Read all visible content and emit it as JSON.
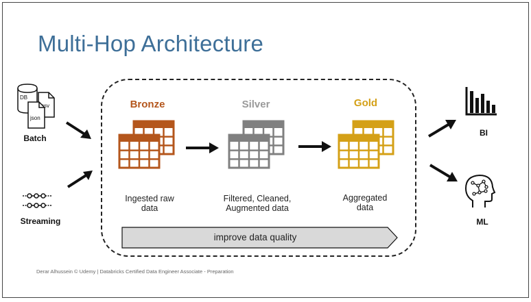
{
  "title": "Multi-Hop Architecture",
  "sources": {
    "batch_label": "Batch",
    "streaming_label": "Streaming",
    "file_labels": {
      "db": "DB",
      "csv": "csv",
      "json": "json"
    }
  },
  "tiers": [
    {
      "name": "Bronze",
      "description_line1": "Ingested raw",
      "description_line2": "data",
      "color": "#b4561c"
    },
    {
      "name": "Silver",
      "description_line1": "Filtered, Cleaned,",
      "description_line2": "Augmented data",
      "color": "#808080"
    },
    {
      "name": "Gold",
      "description_line1": "Aggregated",
      "description_line2": "data",
      "color": "#d4a017"
    }
  ],
  "quality_bar": {
    "label": "improve data quality"
  },
  "outputs": {
    "bi_label": "BI",
    "ml_label": "ML"
  },
  "footer": "Derar Alhussein © Udemy | Databricks Certified Data Engineer Associate - Preparation",
  "icons": [
    "database-file-icon",
    "csv-file-icon",
    "json-file-icon",
    "stream-icon",
    "table-icon",
    "arrow-icon",
    "bar-chart-icon",
    "brain-head-icon"
  ]
}
